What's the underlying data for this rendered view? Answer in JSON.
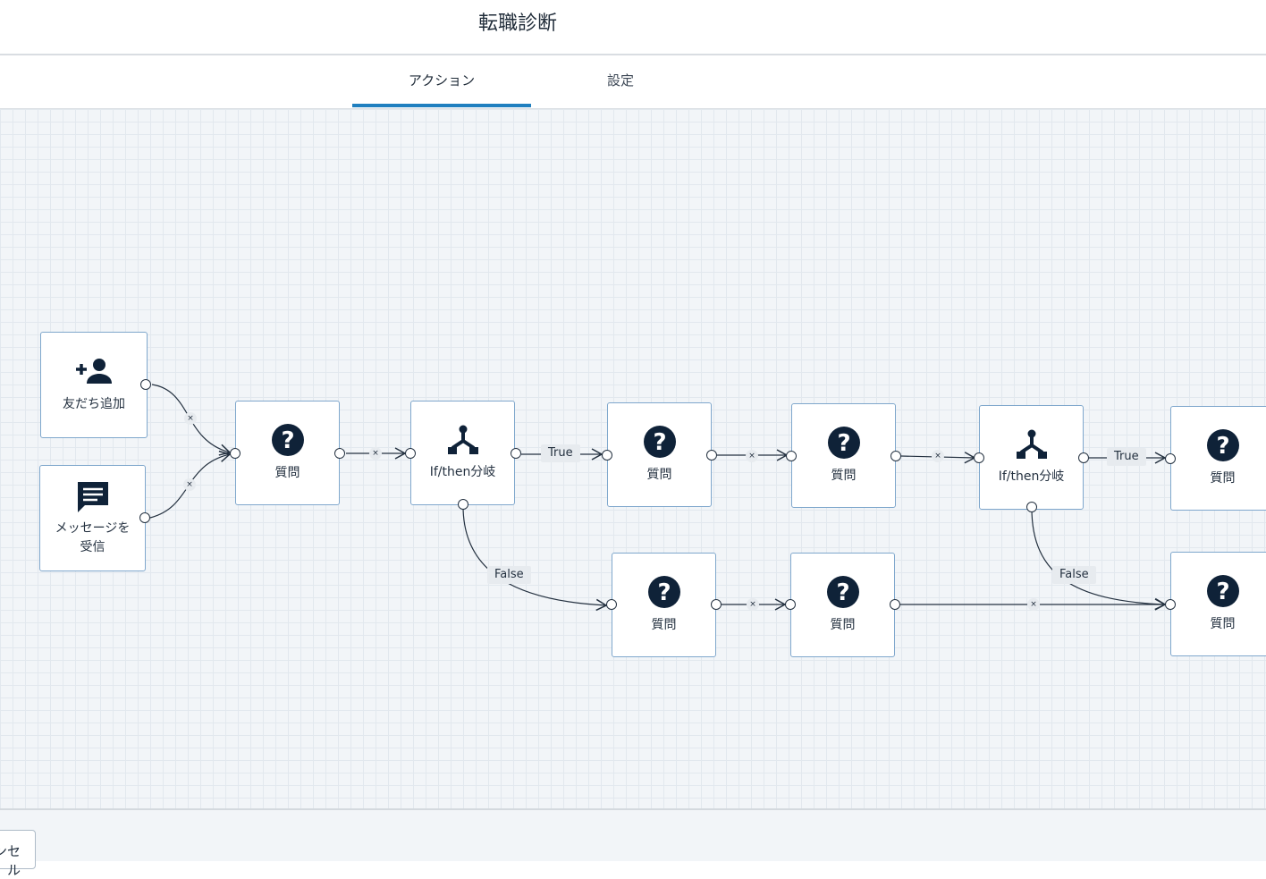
{
  "header": {
    "title": "転職診断"
  },
  "tabs": [
    {
      "label": "アクション",
      "active": true
    },
    {
      "label": "設定",
      "active": false
    }
  ],
  "flow": {
    "nodes": {
      "friend_add": "友だち追加",
      "message_receive_1": "メッセージを",
      "message_receive_2": "受信",
      "question": "質問",
      "branch": "If/then分岐"
    },
    "edge_labels": {
      "true": "True",
      "false": "False",
      "remove": "×"
    }
  },
  "footer": {
    "cancel_label": "ヤンセル"
  },
  "colors": {
    "accent": "#1f7fbf",
    "icon": "#0f2238",
    "node_border": "#7fa7cc"
  }
}
